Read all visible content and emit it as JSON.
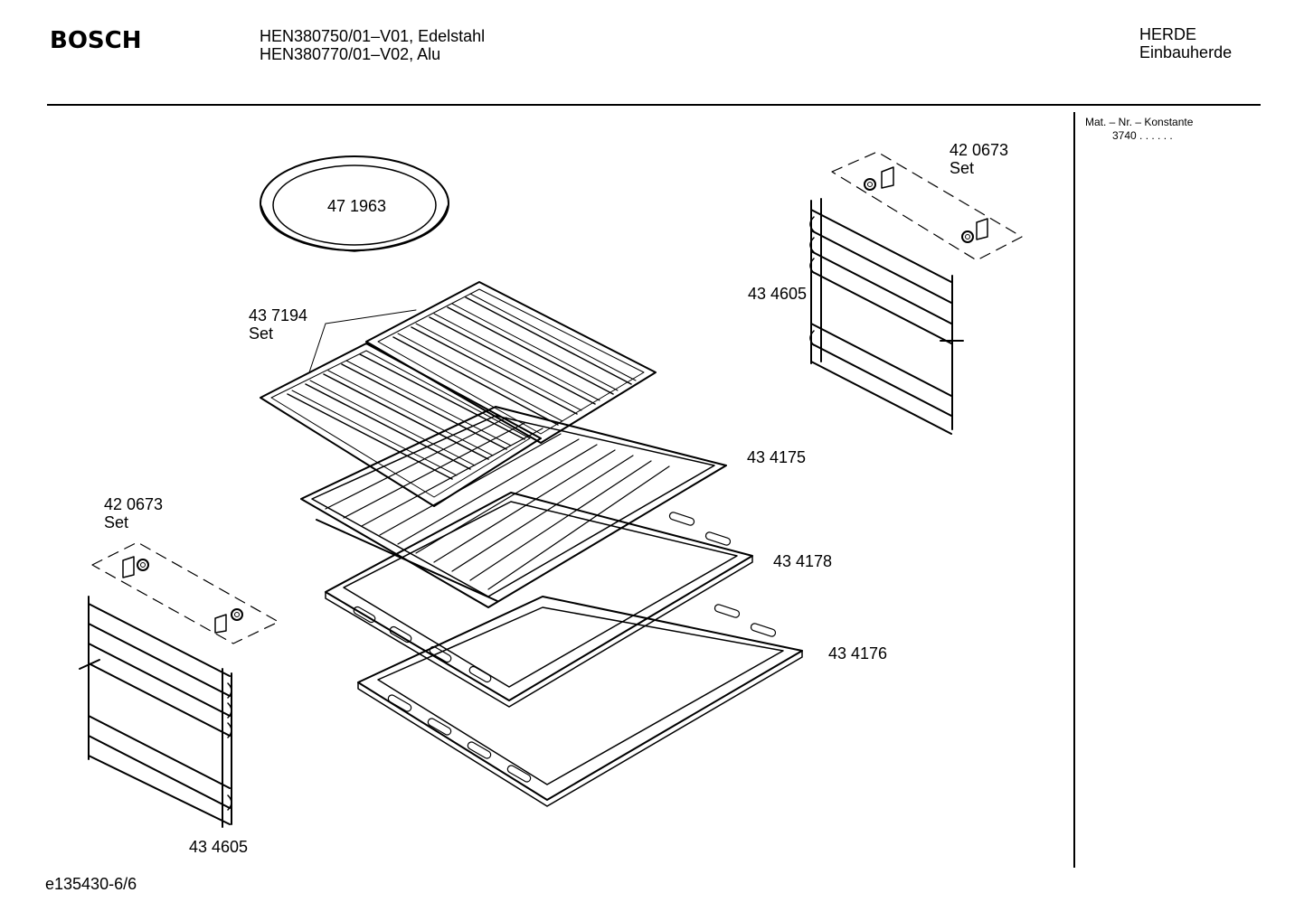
{
  "header": {
    "brand": "BOSCH",
    "model_line_1": "HEN380750/01–V01, Edelstahl",
    "model_line_2": "HEN380770/01–V02, Alu",
    "category_line_1": "HERDE",
    "category_line_2": "Einbauherde"
  },
  "sidebar": {
    "mat_label": "Mat. – Nr. – Konstante",
    "mat_value": "3740  .  .   .  .  .  ."
  },
  "parts": {
    "pizza_pan": "47 1963",
    "grill_grates": "43 7194",
    "grill_grates_set": "Set",
    "rail_set_top": "42 0673",
    "rail_set_top_set": "Set",
    "rack_right": "43 4605",
    "wire_rack": "43 4175",
    "baking_tray": "43 4178",
    "deep_tray": "43 4176",
    "rail_set_left": "42 0673",
    "rail_set_left_set": "Set",
    "rack_left": "43 4605"
  },
  "footer": {
    "drawing_number": "e135430-6/6"
  }
}
